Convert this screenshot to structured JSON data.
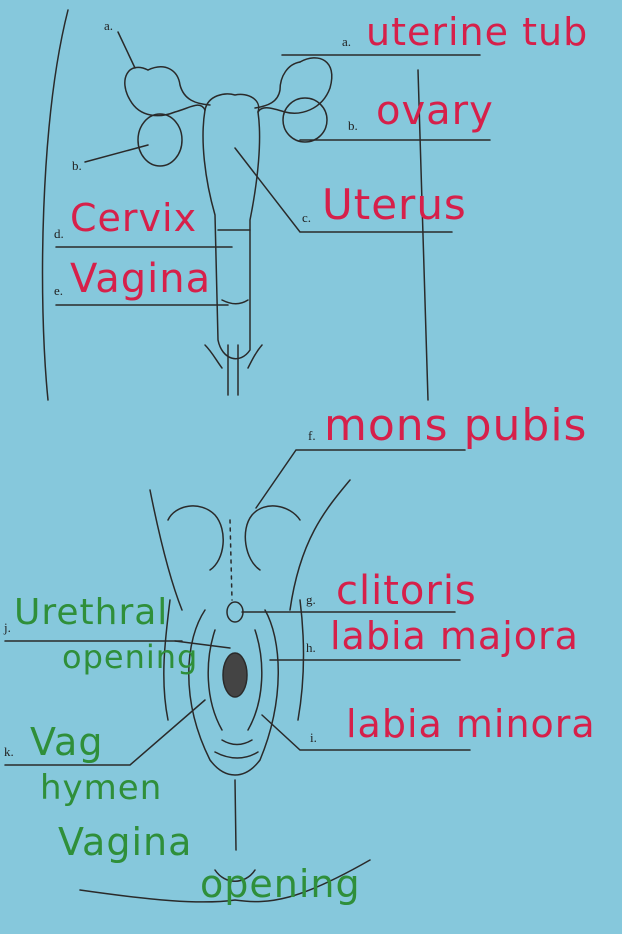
{
  "labels": [
    {
      "id": "a",
      "letter": "a.",
      "answer": "uterine tub",
      "color": "red"
    },
    {
      "id": "b",
      "letter": "b.",
      "answer": "ovary",
      "color": "red"
    },
    {
      "id": "c",
      "letter": "c.",
      "answer": "Uterus",
      "color": "red"
    },
    {
      "id": "d",
      "letter": "d.",
      "answer": "Cervix",
      "color": "red"
    },
    {
      "id": "e",
      "letter": "e.",
      "answer": "Vagina",
      "color": "red"
    },
    {
      "id": "f",
      "letter": "f.",
      "answer": "mons pubis",
      "color": "red"
    },
    {
      "id": "g",
      "letter": "g.",
      "answer": "clitoris",
      "color": "red"
    },
    {
      "id": "h",
      "letter": "h.",
      "answer": "labia majora",
      "color": "red"
    },
    {
      "id": "i",
      "letter": "i.",
      "answer": "labia minora",
      "color": "red"
    },
    {
      "id": "j",
      "letter": "j.",
      "answer": "Urethral",
      "answer2": "opening",
      "color": "green"
    },
    {
      "id": "k",
      "letter": "k.",
      "answer": "Vag",
      "answer2": "hymen",
      "color": "green"
    }
  ],
  "diagram_letters": {
    "a": "a.",
    "b": "b."
  },
  "bottom_note": {
    "line1": "Vagina",
    "line2": "opening"
  },
  "colors": {
    "background": "#86c8dc",
    "ink": "#222222",
    "red": "#d6204a",
    "green": "#2f8f3a"
  }
}
